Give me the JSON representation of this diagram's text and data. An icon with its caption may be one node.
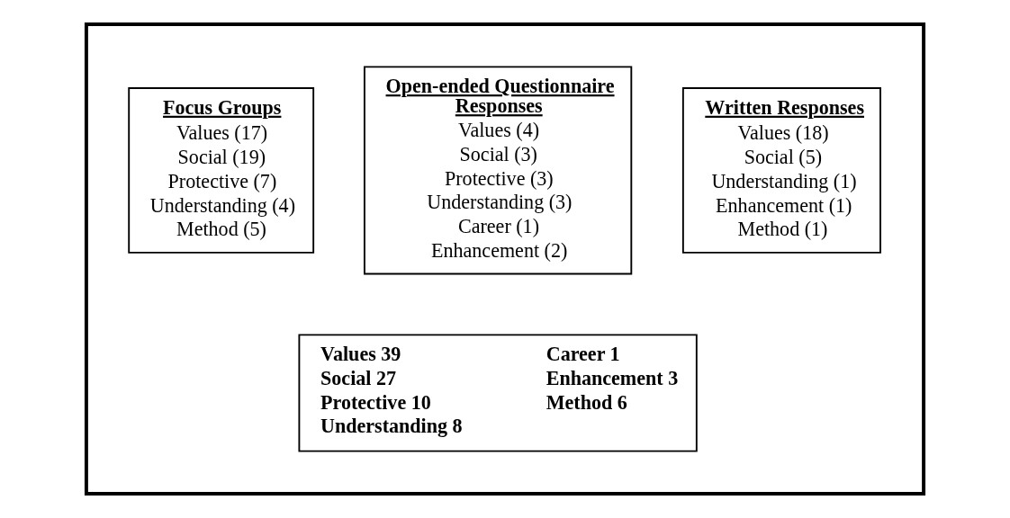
{
  "diagram": {
    "nodes": [
      {
        "text": [],
        "shape": "box"
      },
      {
        "text": [
          "Focus Groups",
          "Values (17)",
          "Social (19)",
          "Protective (7)",
          "Understanding (4)",
          "Method (5)"
        ],
        "in": 0
      },
      {
        "text": [
          "Open-ended Questionnaire Responses",
          "Values (4)",
          "Social (3)",
          "Protective (3)",
          "Understanding (3)",
          "Career (1)",
          "Enhancement (2)"
        ],
        "in": 0
      },
      {
        "text": [
          "Written Responses",
          "Values (18)",
          "Social (5)",
          "Understanding (1)",
          "Enhancement (1)",
          "Method (1)"
        ],
        "in": 0
      },
      {
        "text": [
          "Values 39",
          "Social 27",
          "Protective 10",
          "Understanding 8",
          "Career 1",
          "Enhancement 3",
          "Method 6"
        ],
        "in": 0
      }
    ],
    "edges": []
  }
}
